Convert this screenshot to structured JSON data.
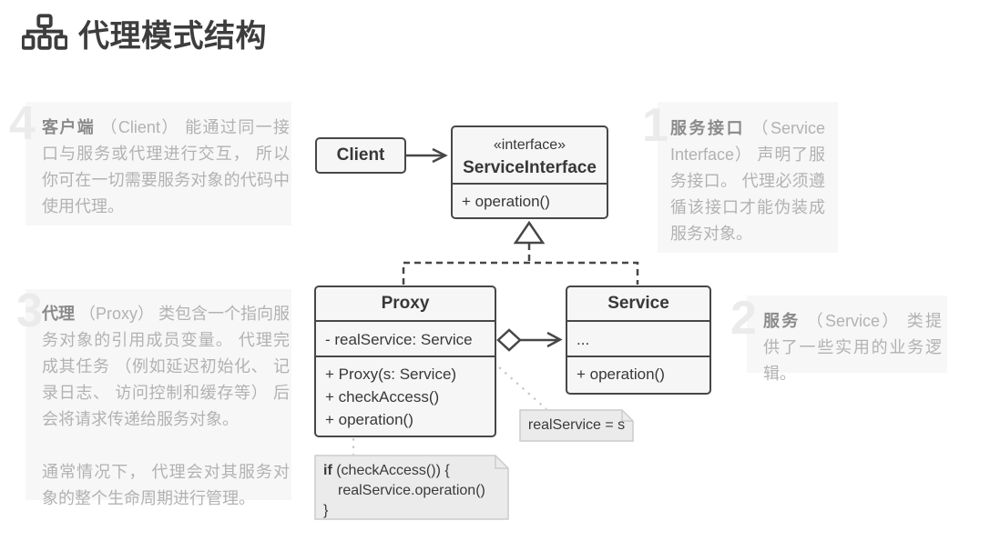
{
  "title": {
    "text": "代理模式结构",
    "icon": "structure-hierarchy-icon"
  },
  "callouts": [
    {
      "number": "1",
      "term": "服务接口",
      "body": " （Service Interface） 声明了服务接口。 代理必须遵循该接口才能伪装成服务对象。"
    },
    {
      "number": "2",
      "term": "服务",
      "body": " （Service） 类提供了一些实用的业务逻辑。"
    },
    {
      "number": "3",
      "term": "代理",
      "body": " （Proxy） 类包含一个指向服务对象的引用成员变量。 代理完成其任务 （例如延迟初始化、 记录日志、 访问控制和缓存等） 后会将请求传递给服务对象。",
      "body2": "通常情况下， 代理会对其服务对象的整个生命周期进行管理。"
    },
    {
      "number": "4",
      "term": "客户端",
      "body": " （Client） 能通过同一接口与服务或代理进行交互， 所以你可在一切需要服务对象的代码中使用代理。"
    }
  ],
  "uml": {
    "client": {
      "name": "Client"
    },
    "service_interface": {
      "stereotype": "«interface»",
      "name": "ServiceInterface",
      "methods": [
        "+ operation()"
      ]
    },
    "proxy": {
      "name": "Proxy",
      "attributes": [
        "- realService: Service"
      ],
      "methods": [
        "+ Proxy(s: Service)",
        "+ checkAccess()",
        "+ operation()"
      ]
    },
    "service": {
      "name": "Service",
      "attributes": [
        "..."
      ],
      "methods": [
        "+ operation()"
      ]
    },
    "notes": {
      "assignment": "realService = s",
      "code_keyword": "if",
      "code_line1_rest": " (checkAccess()) {",
      "code_line2": "realService.operation()",
      "code_line3": "}"
    }
  },
  "colors": {
    "box_border": "#474747",
    "box_fill": "#f6f6f6",
    "box_text": "#383838",
    "callout_bg": "#f7f7f7",
    "callout_number": "#ebebeb",
    "callout_term": "#8a8a8a",
    "callout_body": "#b2b2b2",
    "note_fill": "#ebebeb",
    "note_border": "#cccccc",
    "note_link": "#c8c8c8",
    "title_text": "#3d3d3d"
  }
}
